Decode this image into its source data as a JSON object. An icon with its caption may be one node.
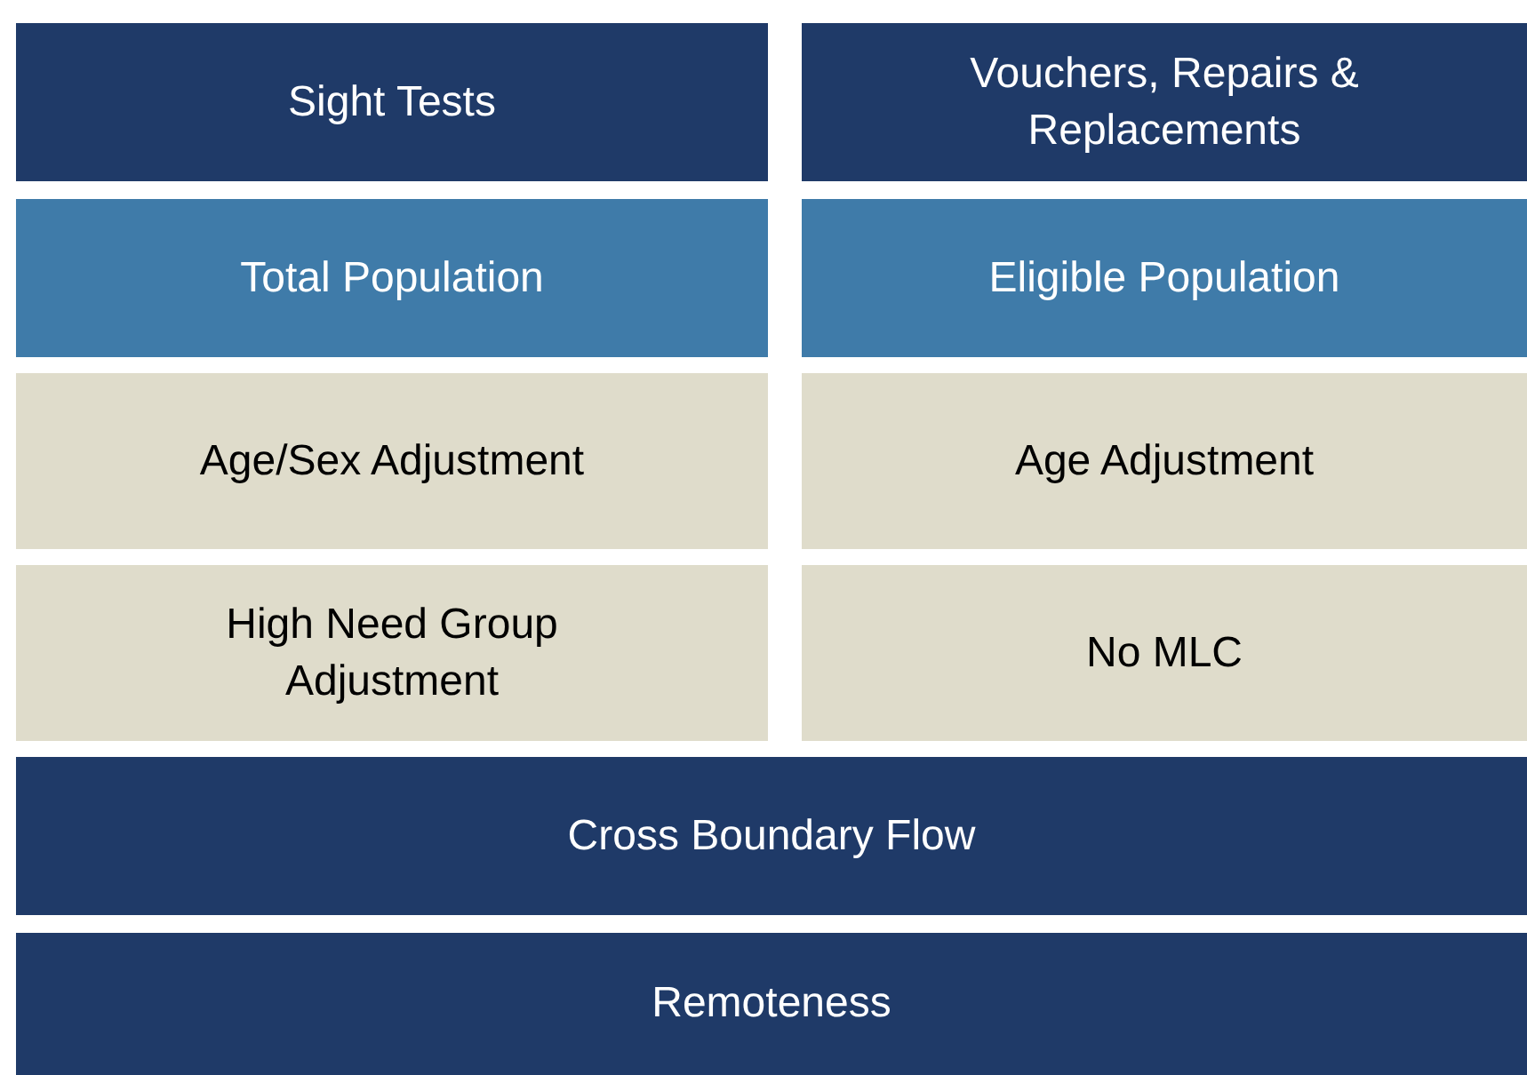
{
  "diagram": {
    "nodes": [
      {
        "text": [
          "Sight Tests"
        ]
      },
      {
        "text": [
          "Vouchers, Repairs & Replacements"
        ]
      },
      {
        "text": [
          "Total Population"
        ]
      },
      {
        "text": [
          "Eligible Population"
        ]
      },
      {
        "text": [
          "Age/Sex Adjustment"
        ]
      },
      {
        "text": [
          "Age Adjustment"
        ]
      },
      {
        "text": [
          "High Need Group Adjustment"
        ]
      },
      {
        "text": [
          "No MLC"
        ]
      },
      {
        "text": [
          "Cross Boundary Flow"
        ]
      },
      {
        "text": [
          "Remoteness"
        ]
      }
    ]
  }
}
